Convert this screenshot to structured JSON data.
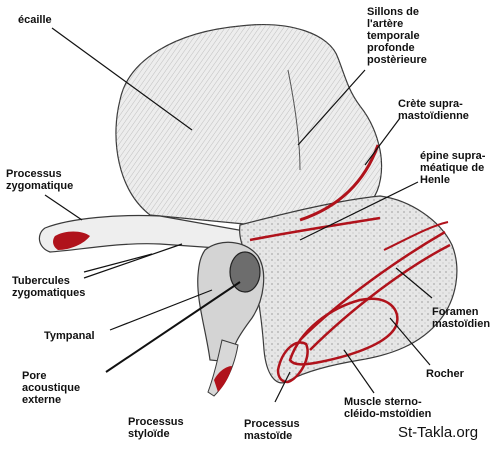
{
  "labels": {
    "ecaille": "écaille",
    "sillons": "Sillons de\nl'artère\ntemporale\nprofonde\npostèrieure",
    "crete": "Crète supra-\nmastoïdienne",
    "epine": "épine supra-\nméatique de\nHenle",
    "processus_zygomatique": "Processus\nzygomatique",
    "tubercules": "Tubercules\nzygomatiques",
    "tympanal": "Tympanal",
    "pore": "Pore\nacoustique\nexterne",
    "processus_styloide": "Processus\nstyloïde",
    "processus_mastoide": "Processus\nmastoïde",
    "muscle": "Muscle sterno-\ncléido-mstoïdien",
    "rocher": "Rocher",
    "foramen": "Foramen\nmastoïdien"
  },
  "watermark": "St-Takla.org",
  "colors": {
    "bone_fill": "#f2f2f2",
    "bone_shade": "#c9c9c9",
    "bone_stroke": "#3a3a3a",
    "muscle_red": "#b0121b",
    "leader_line": "#111111"
  }
}
